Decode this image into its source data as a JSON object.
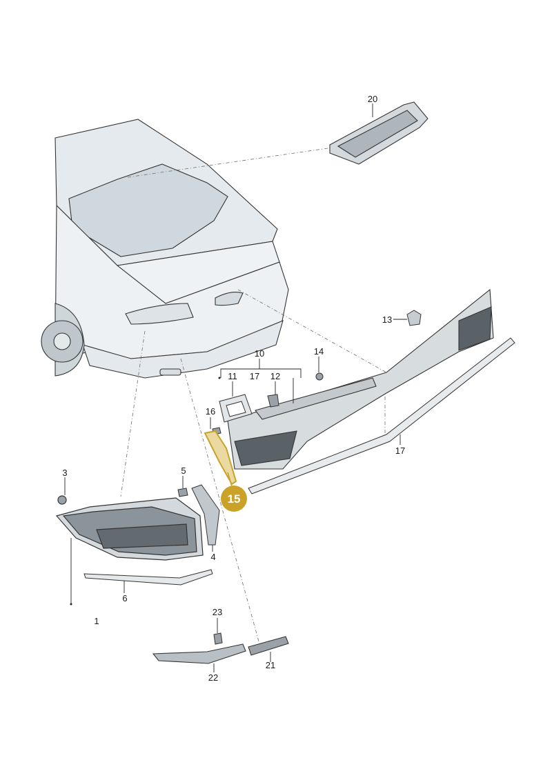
{
  "diagram": {
    "highlighted_part": "15",
    "highlight_color": "#c9a227",
    "car_fill": "#e9eef1",
    "part_fill": "#d4d9dd",
    "outline": "#333333",
    "callouts": [
      {
        "id": "c20",
        "label": "20"
      },
      {
        "id": "c13",
        "label": "13"
      },
      {
        "id": "c10",
        "label": "10"
      },
      {
        "id": "c11",
        "label": "11"
      },
      {
        "id": "c17a",
        "label": "17"
      },
      {
        "id": "c12",
        "label": "12"
      },
      {
        "id": "c14",
        "label": "14"
      },
      {
        "id": "c16",
        "label": "16"
      },
      {
        "id": "c17b",
        "label": "17"
      },
      {
        "id": "c3",
        "label": "3"
      },
      {
        "id": "c5",
        "label": "5"
      },
      {
        "id": "c4",
        "label": "4"
      },
      {
        "id": "c6",
        "label": "6"
      },
      {
        "id": "c1",
        "label": "1"
      },
      {
        "id": "c23",
        "label": "23"
      },
      {
        "id": "c21",
        "label": "21"
      },
      {
        "id": "c22",
        "label": "22"
      }
    ]
  }
}
